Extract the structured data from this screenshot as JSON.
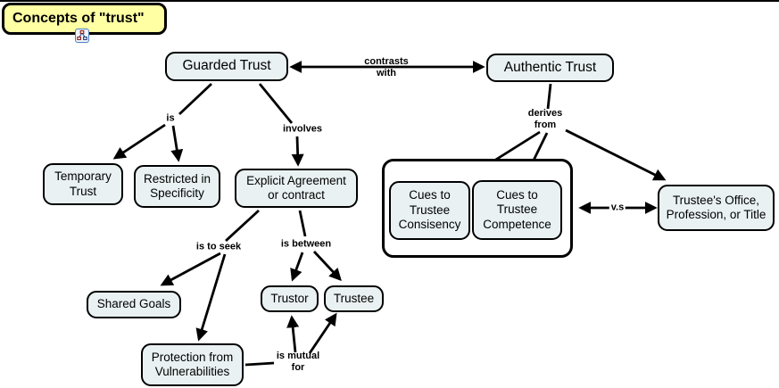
{
  "title": {
    "label": "Concepts of \"trust\"",
    "fill": "#ffffa3",
    "submap_icon": "submap-tree-icon"
  },
  "colors": {
    "background": "#ffffff",
    "node_fill": "#e9f1f3",
    "node_border": "#000000",
    "line": "#000000",
    "title_fill": "#ffffa3"
  },
  "nodes": {
    "guarded": {
      "label": "Guarded Trust"
    },
    "authentic": {
      "label": "Authentic Trust"
    },
    "temporary": {
      "label": "Temporary Trust"
    },
    "restricted": {
      "label": "Restricted in Specificity"
    },
    "explicit": {
      "label": "Explicit Agreement or contract"
    },
    "shared_goals": {
      "label": "Shared Goals"
    },
    "protection": {
      "label": "Protection from Vulnerabilities"
    },
    "trustor": {
      "label": "Trustor"
    },
    "trustee": {
      "label": "Trustee"
    },
    "cues_consistency": {
      "label": "Cues to Trustee Consisency"
    },
    "cues_competence": {
      "label": "Cues to Trustee Competence"
    },
    "trustee_office": {
      "label": "Trustee's Office, Profession, or Title"
    }
  },
  "edges": {
    "contrasts_with": {
      "label": "contrasts\nwith",
      "from": "guarded",
      "to": "authentic",
      "style": "double-arrow"
    },
    "is": {
      "label": "is",
      "from": "guarded",
      "to": "temporary, restricted",
      "style": "arrow"
    },
    "involves": {
      "label": "involves",
      "from": "guarded",
      "to": "explicit",
      "style": "arrow"
    },
    "is_to_seek": {
      "label": "is to seek",
      "from": "explicit",
      "to": "shared_goals, protection",
      "style": "arrow"
    },
    "is_between": {
      "label": "is between",
      "from": "explicit",
      "to": "trustor, trustee",
      "style": "arrow"
    },
    "is_mutual_for": {
      "label": "is mutual\nfor",
      "from": "protection",
      "to": "trustor, trustee",
      "style": "arrow"
    },
    "derives_from": {
      "label": "derives\nfrom",
      "from": "authentic",
      "to": "cues_consistency, cues_competence, trustee_office",
      "style": "arrow"
    },
    "vs": {
      "label": "v.s",
      "from": "cues-group",
      "to": "trustee_office",
      "style": "double-arrow"
    }
  }
}
